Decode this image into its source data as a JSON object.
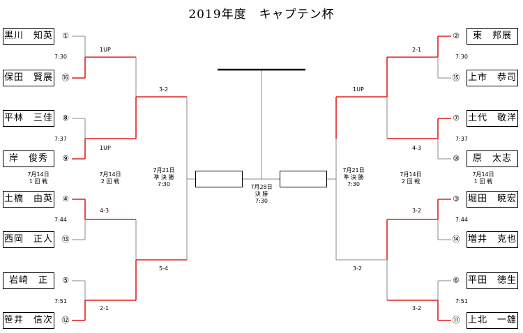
{
  "title": "2019年度　キャプテン杯",
  "left_players": [
    {
      "name": "黒川　知英",
      "seed": "①"
    },
    {
      "name": "保田　賢展",
      "seed": "⑯"
    },
    {
      "name": "平林　三佳",
      "seed": "⑧"
    },
    {
      "name": "岸　俊秀",
      "seed": "⑨"
    },
    {
      "name": "土橋　由英",
      "seed": "④"
    },
    {
      "name": "西岡　正人",
      "seed": "⑬"
    },
    {
      "name": "岩崎　正",
      "seed": "⑤"
    },
    {
      "name": "笹井　信次",
      "seed": "⑫"
    }
  ],
  "right_players": [
    {
      "name": "東　邦展",
      "seed": "②"
    },
    {
      "name": "上市　恭司",
      "seed": "⑮"
    },
    {
      "name": "土代　敬洋",
      "seed": "⑦"
    },
    {
      "name": "原　太志",
      "seed": "⑩"
    },
    {
      "name": "堀田　暁宏",
      "seed": "③"
    },
    {
      "name": "増井　克也",
      "seed": "⑭"
    },
    {
      "name": "平田　徳生",
      "seed": "⑥"
    },
    {
      "name": "上北　一雄",
      "seed": "⑪"
    }
  ],
  "left_times": [
    "7:30",
    "7:37",
    "7:44",
    "7:51"
  ],
  "right_times": [
    "7:30",
    "7:37",
    "7:44",
    "7:51"
  ],
  "left_r1_scores": [
    "1UP",
    "1UP",
    "4-3",
    "2-1"
  ],
  "right_r1_scores": [
    "2-1",
    "4-3",
    "3-2",
    "3-2"
  ],
  "left_r2_scores": [
    "3-2",
    "5-4"
  ],
  "right_r2_scores": [
    "1UP",
    "3-2"
  ],
  "rounds": {
    "r1_date": "7月14日",
    "r1_name": "1 回 戦",
    "r2_date": "7月14日",
    "r2_name": "2 回 戦",
    "sf_date": "7月21日",
    "sf_name": "準 決 勝",
    "sf_time": "7:30",
    "final_date": "7月28日",
    "final_name": "決 勝",
    "final_time": "7:30"
  },
  "colors": {
    "winner_line": "#e02020",
    "line": "#888888",
    "box_border": "#000000"
  }
}
